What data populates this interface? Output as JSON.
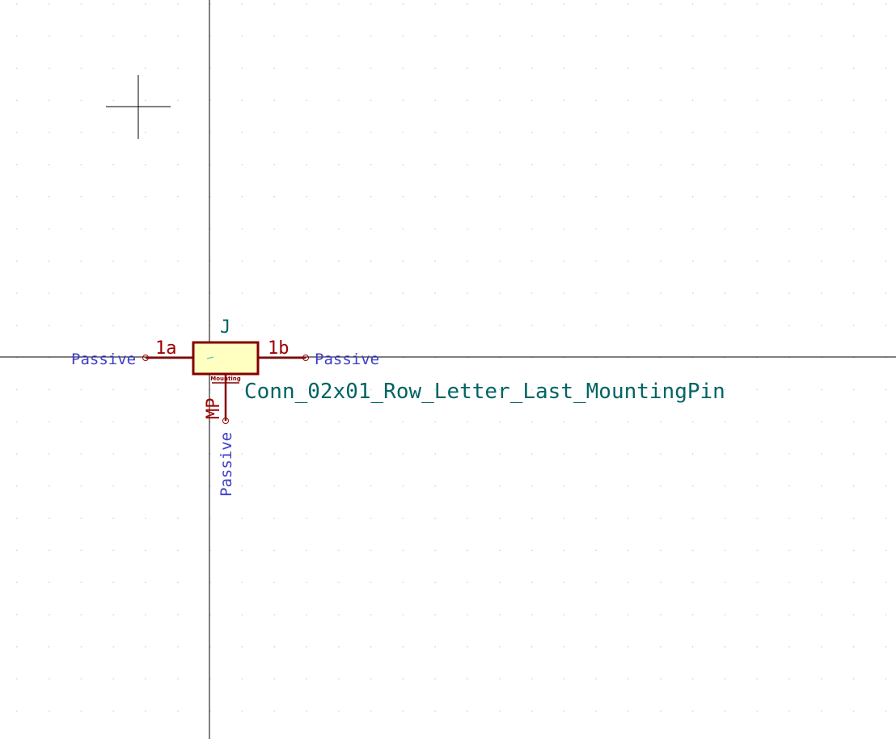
{
  "editor": {
    "grid_dot_color": "#c8c8c8",
    "axis_color": "#000000",
    "cursor_color": "#000000"
  },
  "symbol": {
    "reference": "J",
    "value": "Conn_02x01_Row_Letter_Last_MountingPin",
    "body_label": "Mounting",
    "body_fill": "#ffffc2",
    "body_stroke": "#840000",
    "text_color": "#006464",
    "pin_number_color": "#a00000",
    "pin_type_color": "#3c3cc8",
    "pins": [
      {
        "number": "1a",
        "type": "Passive",
        "side": "left"
      },
      {
        "number": "1b",
        "type": "Passive",
        "side": "right"
      },
      {
        "number": "MP",
        "type": "Passive",
        "side": "bottom"
      }
    ]
  }
}
